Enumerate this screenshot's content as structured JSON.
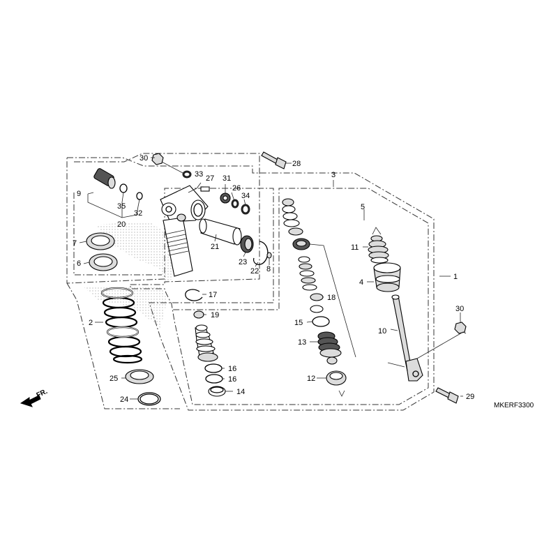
{
  "labels": {
    "p1": "1",
    "p2": "2",
    "p3": "3",
    "p4": "4",
    "p5": "5",
    "p6": "6",
    "p7": "7",
    "p8": "8",
    "p9": "9",
    "p10": "10",
    "p11": "11",
    "p12": "12",
    "p13": "13",
    "p14": "14",
    "p15": "15",
    "p16a": "16",
    "p16b": "16",
    "p17": "17",
    "p18": "18",
    "p19": "19",
    "p20": "20",
    "p21": "21",
    "p22": "22",
    "p23": "23",
    "p24": "24",
    "p25": "25",
    "p26": "26",
    "p27": "27",
    "p28": "28",
    "p29": "29",
    "p30a": "30",
    "p30b": "30",
    "p31": "31",
    "p32": "32",
    "p33": "33",
    "p34": "34",
    "p35": "35"
  },
  "direction_label": "FR.",
  "diagram_code": "MKERF3300"
}
